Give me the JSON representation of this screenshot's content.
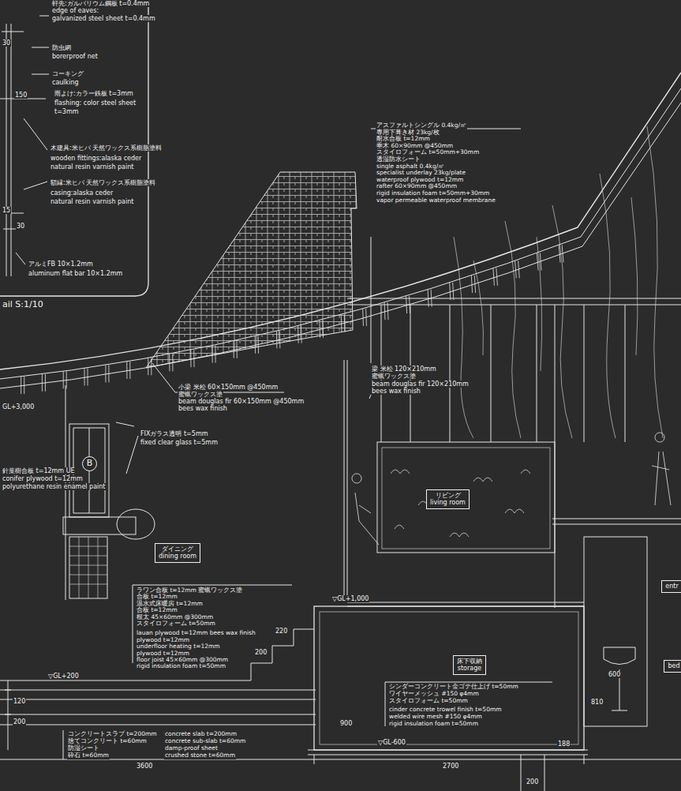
{
  "diagram": {
    "nodes": [
      {
        "text": [
          "ダイニング",
          "dining room"
        ]
      },
      {
        "text": [
          "リビング",
          "living room"
        ]
      },
      {
        "text": [
          "床下収納",
          "storage"
        ]
      },
      {
        "text": [
          "B"
        ]
      },
      {
        "text": [
          "entr"
        ]
      },
      {
        "text": [
          "bed"
        ]
      }
    ],
    "labels": [
      "軒先:ガルバリウム鋼板 t=0.4mm",
      "edge of eaves:",
      "galvanized steel sheet t=0.4mm",
      "30",
      "防虫網",
      "borerproof net",
      "コーキング",
      "caulking",
      "150",
      "雨よけ:カラー鉄板 t=3mm",
      "flashing: color steel sheet",
      "t=3mm",
      "木建具:米ヒバ 天然ワックス系樹脂塗料",
      "wooden fittings:alaska ceder",
      "natural resin varnish paint",
      "額縁:米ヒバ 天然ワックス系樹脂塗料",
      "casing:alaska ceder",
      "natural resin varnish paint",
      "15",
      "30",
      "アルミFB 10×1.2mm",
      "aluminum flat bar 10×1.2mm",
      "ail S:1/10",
      "アスファルトシングル 0.4kg/㎡",
      "専用下葺き材 23kg/枚",
      "耐水合板 t=12mm",
      "垂木 60×90mm @450mm",
      "スタイロフォーム t=50mm+30mm",
      "透湿防水シート",
      "single asphalt 0.4kg/㎡",
      "specialist underlay 23kg/plate",
      "waterproof plywood t=12mm",
      "rafter 60×90mm @450mm",
      "rigid insulation foam t=50mm+30mm",
      "vapor permeable waterproof membrane",
      "小梁 米松 60×150mm @450mm",
      "蜜蝋ワックス塗",
      "beam douglas fir 60×150mm @450mm",
      "bees wax finish",
      "梁 米松 120×210mm",
      "蜜蝋ワックス塗",
      "beam douglas fir 120×210mm",
      "bees wax finish",
      "FIXガラス透明 t=5mm",
      "fixed clear glass t=5mm",
      "GL+3,000",
      "針葉樹合板 t=12mm UE",
      "conifer plywood t=12mm",
      "polyurethane resin enamel paint",
      "ラワン合板 t=12mm 蜜蝋ワックス塗",
      "合板 t=12mm",
      "温水式床暖房 t=12mm",
      "合板 t=12mm",
      "根太 45×60mm @300mm",
      "スタイロフォーム t=50mm",
      "lauan plywood t=12mm bees wax finish",
      "plywood t=12mm",
      "underfloor heating t=12mm",
      "plywood t=12mm",
      "floor joist 45×60mm @300mm",
      "rigid insulation foam t=50mm",
      "▽GL+1,000",
      "220",
      "200",
      "▽GL+200",
      "900",
      "シンダーコンクリート金ゴテ仕上げ t=50mm",
      "ワイヤーメッシュ #150 φ4mm",
      "スタイロフォーム t=50mm",
      "cinder concrete trowel finish t=50mm",
      "welded wire mesh #150 φ4mm",
      "rigid insulation foam t=50mm",
      "600",
      "810",
      "▽GL-600",
      "コンクリートスラブ t=200mm",
      "concrete slab t=200mm",
      "捨てコンクリート t=60mm",
      "concrete sub-slab t=60mm",
      "防湿シート",
      "damp-proof sheet",
      "砕石 t=60mm",
      "crushed stone t=60mm",
      "120",
      "200",
      "188",
      "3600",
      "2700",
      "200"
    ]
  }
}
